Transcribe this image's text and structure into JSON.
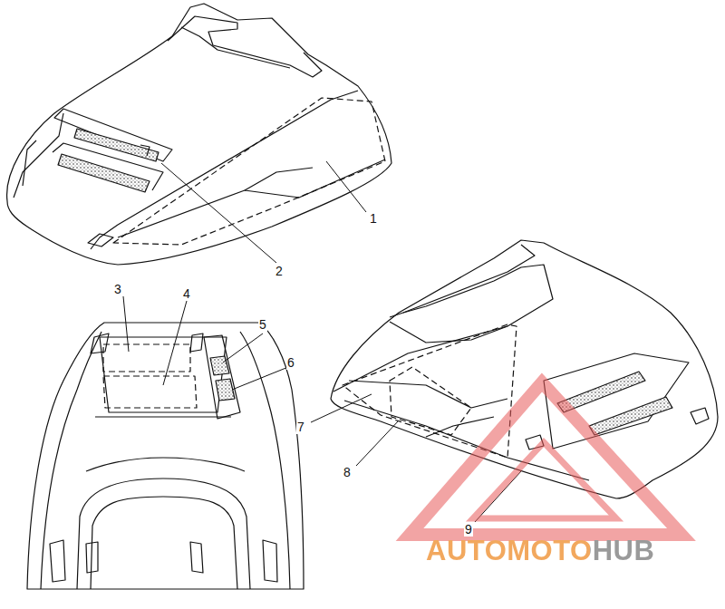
{
  "diagram": {
    "labels": [
      "1",
      "2",
      "3",
      "4",
      "5",
      "6",
      "7",
      "8",
      "9",
      "AUTOMOTOHUB"
    ]
  }
}
